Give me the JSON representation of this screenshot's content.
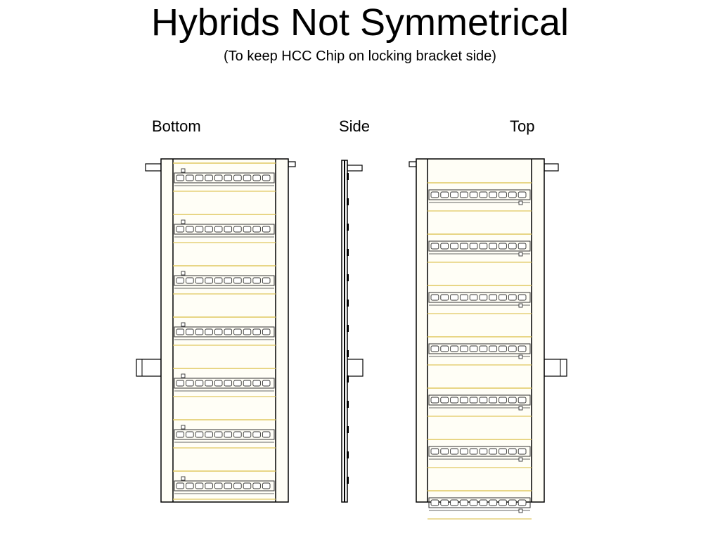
{
  "slide": {
    "title": "Hybrids Not Symmetrical",
    "subtitle": "(To keep HCC Chip on locking bracket side)"
  },
  "views": {
    "bottom": {
      "label": "Bottom",
      "hybrid_rows": 7,
      "chip_position": "upper-left"
    },
    "side": {
      "label": "Side"
    },
    "top": {
      "label": "Top",
      "hybrid_rows": 7,
      "chip_position": "lower-right"
    }
  },
  "colors": {
    "outline": "#000000",
    "frame_fill": "#fffef6",
    "module_line": "#e0c860",
    "hybrid_line": "#333333"
  }
}
